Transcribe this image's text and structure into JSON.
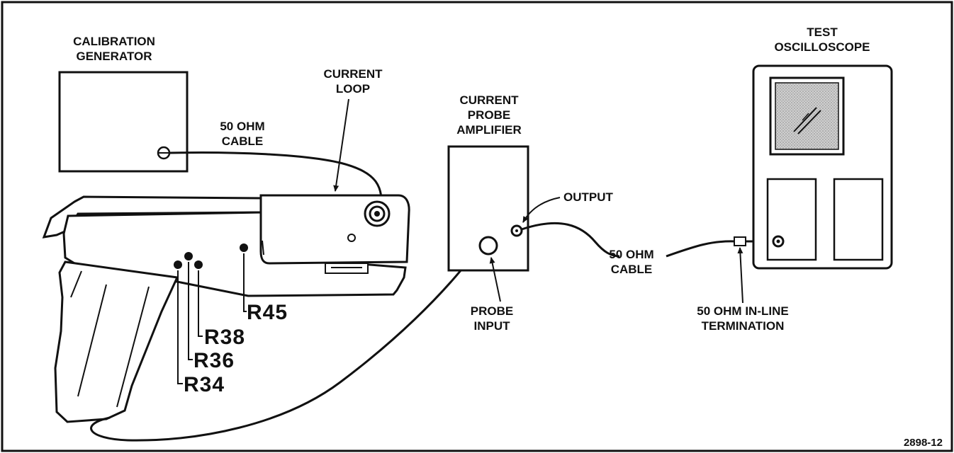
{
  "labels": {
    "calibration_generator": [
      "CALIBRATION",
      "GENERATOR"
    ],
    "current_loop": [
      "CURRENT",
      "LOOP"
    ],
    "cable_50_ohm_top": [
      "50 OHM",
      "CABLE"
    ],
    "current_probe_amplifier": [
      "CURRENT",
      "PROBE",
      "AMPLIFIER"
    ],
    "output": "OUTPUT",
    "probe_input": [
      "PROBE",
      "INPUT"
    ],
    "cable_50_ohm_right": [
      "50 OHM",
      "CABLE"
    ],
    "termination": [
      "50 OHM IN-LINE",
      "TERMINATION"
    ],
    "test_oscilloscope": [
      "TEST",
      "OSCILLOSCOPE"
    ],
    "r45": "R45",
    "r38": "R38",
    "r36": "R36",
    "r34": "R34"
  },
  "figure_number": "2898-12"
}
